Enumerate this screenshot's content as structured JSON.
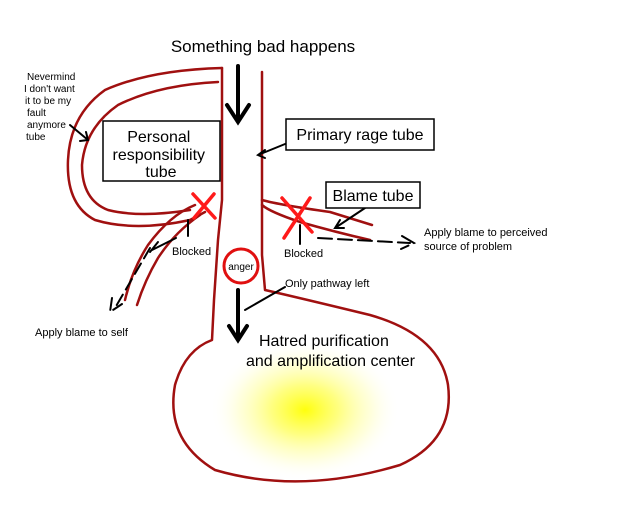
{
  "labels": {
    "top": "Something bad happens",
    "nevermind": [
      "Nevermind",
      "I don't want",
      "it to be my",
      "fault",
      "anymore",
      "tube"
    ],
    "personal_box": [
      "Personal",
      "responsibility",
      "tube"
    ],
    "rage_box": "Primary rage tube",
    "blame_box": "Blame tube",
    "blocked_left": "Blocked",
    "blocked_right": "Blocked",
    "anger": "anger",
    "apply_blame_self": "Apply blame to self",
    "apply_blame_other": [
      "Apply blame to perceived",
      "source of problem"
    ],
    "only_pathway": "Only pathway left",
    "hatred_center": [
      "Hatred purification",
      "and amplification center"
    ]
  },
  "colors": {
    "tube": "#a01010",
    "block_x": "#ff1a1a",
    "anger_circle": "#e01010",
    "glow": "#ffff66"
  }
}
